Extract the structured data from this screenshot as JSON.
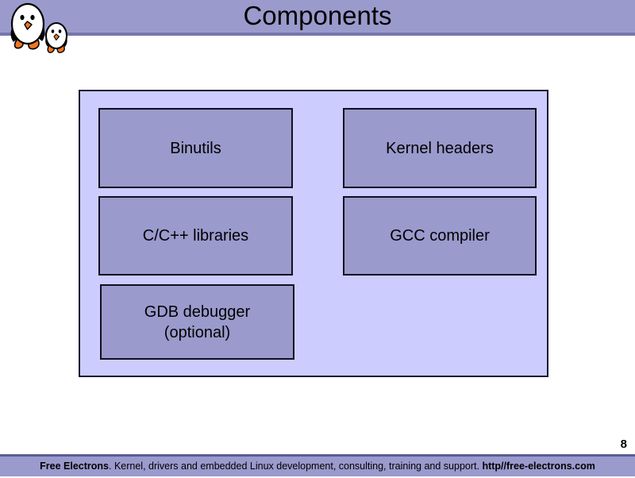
{
  "slide": {
    "title": "Components",
    "page_number": "8"
  },
  "logo": {
    "name": "free-electrons-penguins-logo",
    "body_color": "#ffffff",
    "outline_color": "#000000",
    "accent_color": "#ee7722"
  },
  "theme": {
    "header_band": "#9a9acd",
    "header_rule": "#7676ad",
    "diagram_background": "#ccccfe",
    "box_fill": "#9a9acd",
    "box_border": "#101020",
    "footer_band": "#9a9acd",
    "text": "#000000"
  },
  "diagram": {
    "name": "toolchain-components-diagram",
    "columns": [
      {
        "name": "left-column",
        "boxes": [
          {
            "id": "binutils",
            "label": "Binutils"
          },
          {
            "id": "cpp-libraries",
            "label": "C/C++ libraries"
          },
          {
            "id": "gdb-debugger",
            "label": "GDB debugger\n(optional)"
          }
        ]
      },
      {
        "name": "right-column",
        "boxes": [
          {
            "id": "kernel-headers",
            "label": "Kernel headers"
          },
          {
            "id": "gcc-compiler",
            "label": "GCC compiler"
          }
        ]
      }
    ]
  },
  "footer": {
    "brand": "Free Electrons",
    "separator": ". ",
    "tagline": "Kernel, drivers and embedded Linux development, consulting, training and support. ",
    "url": "http//free-electrons.com"
  }
}
